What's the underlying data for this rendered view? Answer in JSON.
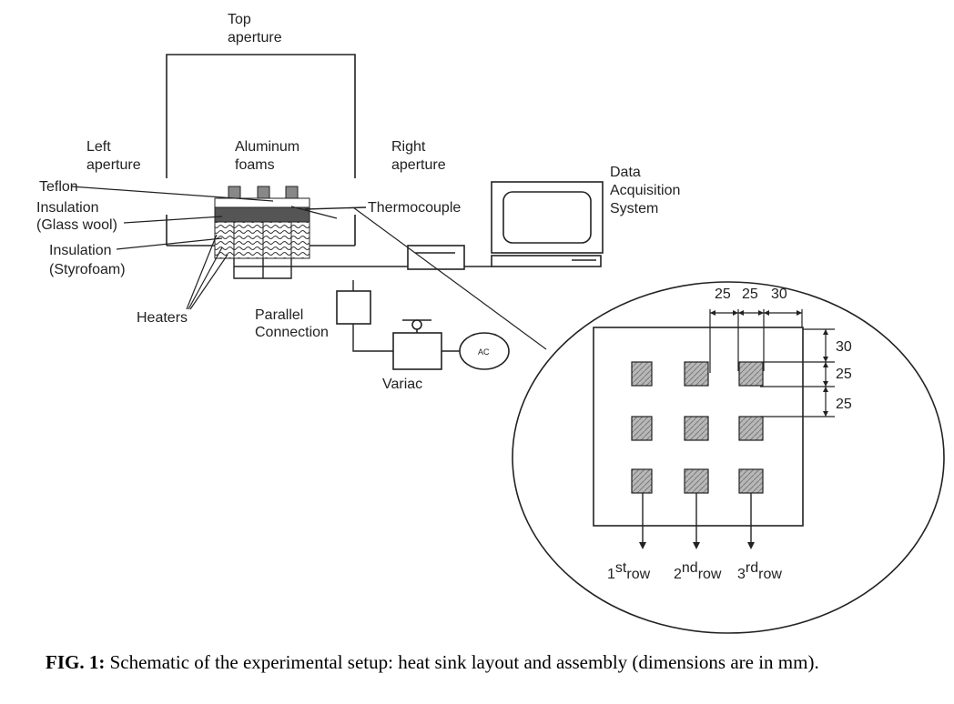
{
  "labels": {
    "top_aperture": [
      "Top",
      "aperture"
    ],
    "left_aperture": [
      "Left",
      "aperture"
    ],
    "aluminum_foams": [
      "Aluminum",
      "foams"
    ],
    "right_aperture": [
      "Right",
      "aperture"
    ],
    "teflon": "Teflon",
    "insulation_glass_wool": [
      "Insulation",
      "(Glass wool)"
    ],
    "insulation_styrofoam": [
      "Insulation",
      "(Styrofoam)"
    ],
    "thermocouple": "Thermocouple",
    "data_acquisition": [
      "Data",
      "Acquisition",
      "System"
    ],
    "heaters": "Heaters",
    "parallel_connection": [
      "Parallel",
      "Connection"
    ],
    "variac": "Variac",
    "ac": "AC"
  },
  "dimensions": {
    "top": [
      "25",
      "25",
      "30"
    ],
    "right": [
      "30",
      "25",
      "25"
    ]
  },
  "rows": [
    {
      "num": "1",
      "sup": "st",
      "word": "row"
    },
    {
      "num": "2",
      "sup": "nd",
      "word": "row"
    },
    {
      "num": "3",
      "sup": "rd",
      "word": "row"
    }
  ],
  "caption": {
    "prefix": "FIG. 1:",
    "text": " Schematic of the experimental setup: heat sink layout and assembly (dimensions are in mm)."
  }
}
